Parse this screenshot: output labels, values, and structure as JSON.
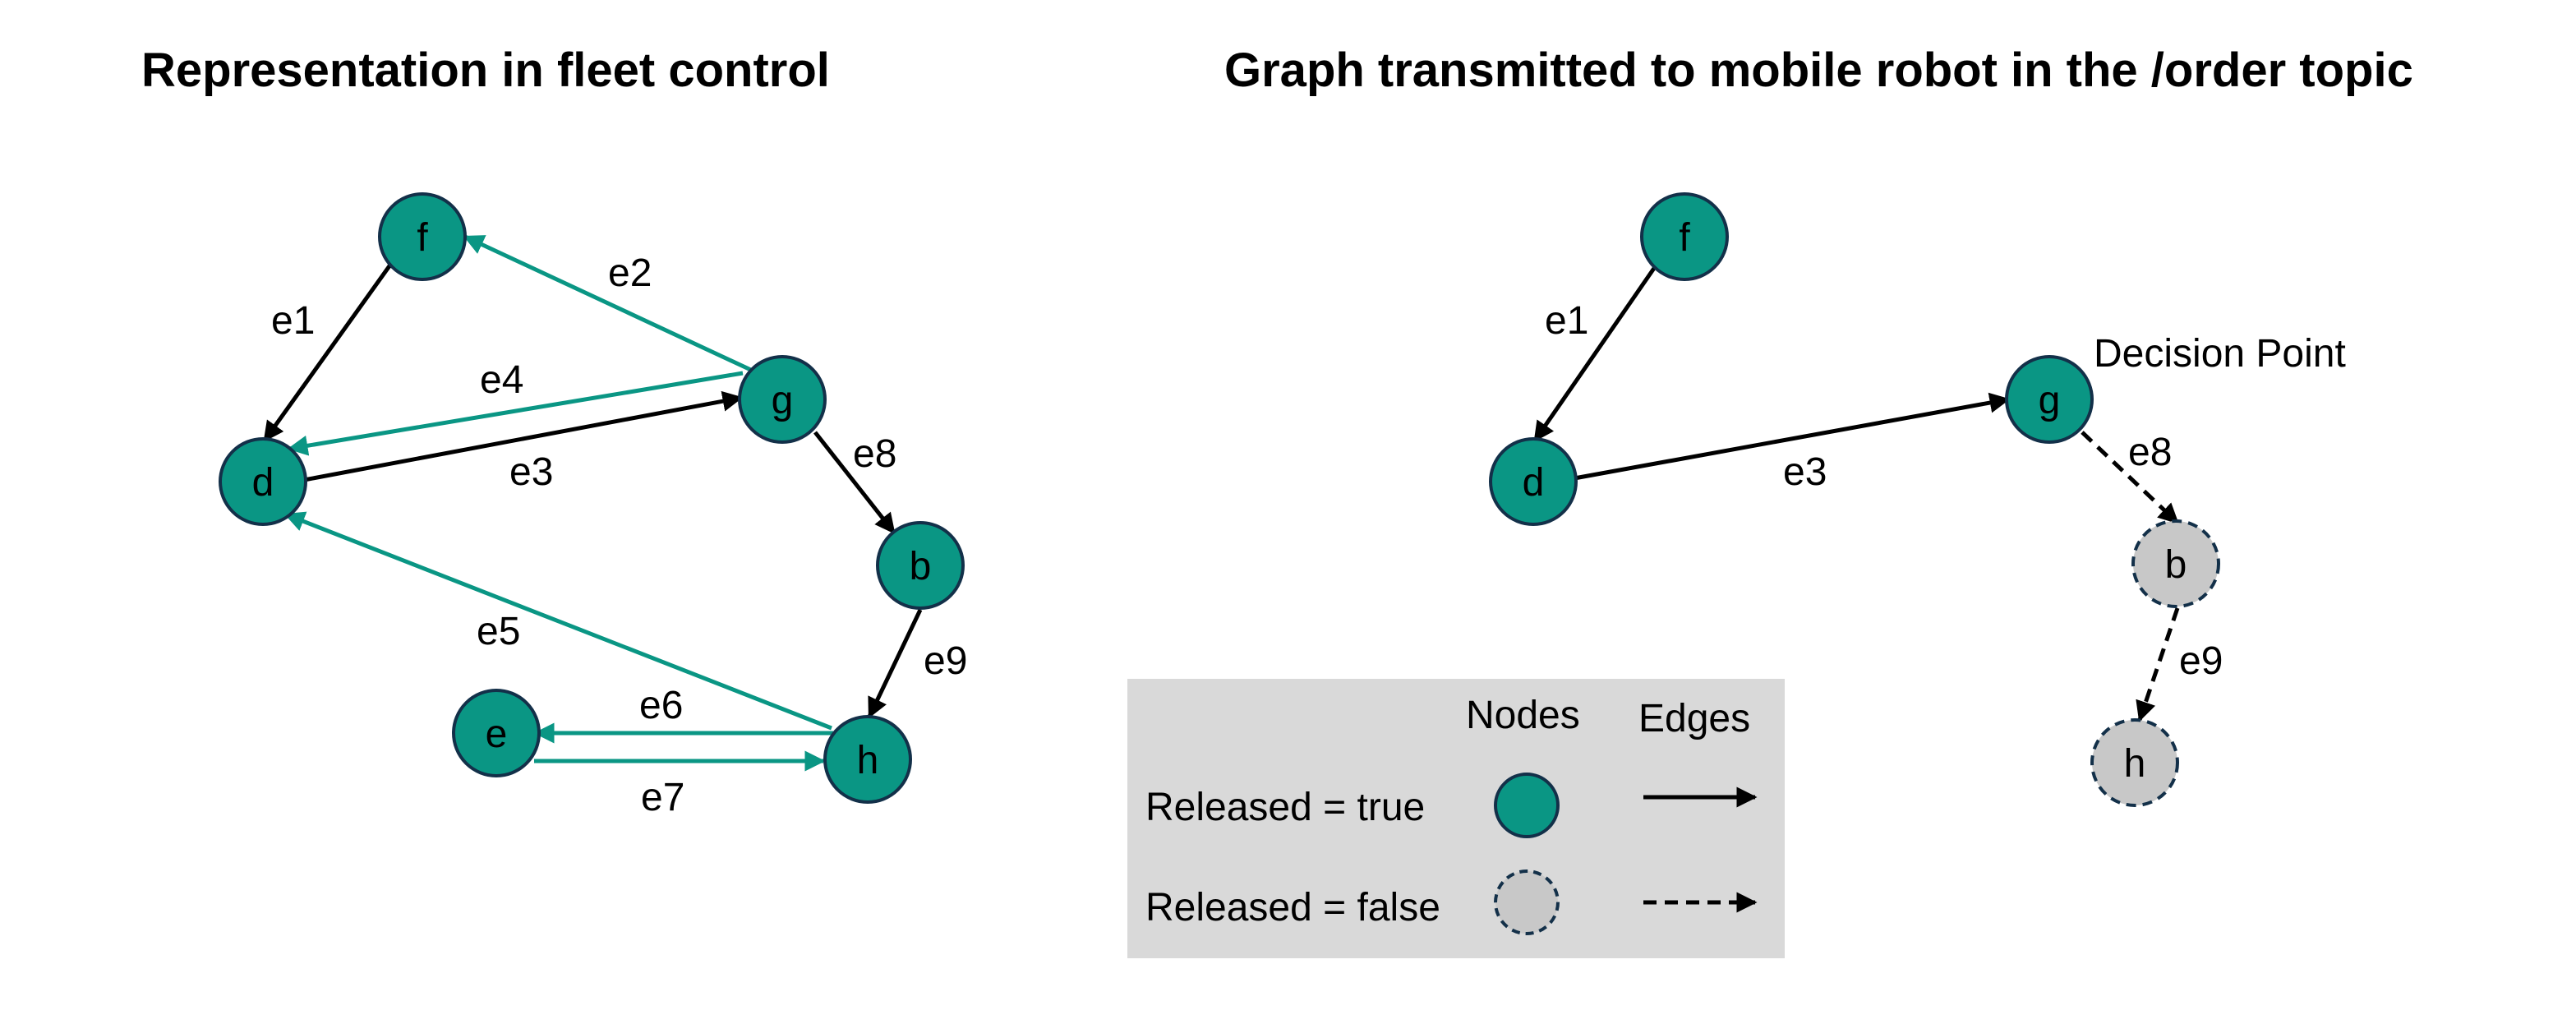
{
  "titles": {
    "left": "Representation in fleet control",
    "right": "Graph transmitted to mobile robot in the /order topic"
  },
  "colors": {
    "released_node": "#0a9684",
    "node_stroke": "#133049",
    "unreleased_node": "#c8c8c8",
    "teal_edge": "#0a9684",
    "black_edge": "#000000",
    "legend_bg": "#d9d9d9"
  },
  "left_graph": {
    "nodes": [
      {
        "id": "f",
        "label": "f",
        "released": true
      },
      {
        "id": "g",
        "label": "g",
        "released": true
      },
      {
        "id": "d",
        "label": "d",
        "released": true
      },
      {
        "id": "b",
        "label": "b",
        "released": true
      },
      {
        "id": "e",
        "label": "e",
        "released": true
      },
      {
        "id": "h",
        "label": "h",
        "released": true
      }
    ],
    "edges": [
      {
        "id": "e1",
        "label": "e1",
        "from": "f",
        "to": "d",
        "color": "black"
      },
      {
        "id": "e2",
        "label": "e2",
        "from": "g",
        "to": "f",
        "color": "teal"
      },
      {
        "id": "e3",
        "label": "e3",
        "from": "d",
        "to": "g",
        "color": "black"
      },
      {
        "id": "e4",
        "label": "e4",
        "from": "g",
        "to": "d",
        "color": "teal"
      },
      {
        "id": "e5",
        "label": "e5",
        "from": "h",
        "to": "d",
        "color": "teal"
      },
      {
        "id": "e6",
        "label": "e6",
        "from": "h",
        "to": "e",
        "color": "teal"
      },
      {
        "id": "e7",
        "label": "e7",
        "from": "e",
        "to": "h",
        "color": "teal"
      },
      {
        "id": "e8",
        "label": "e8",
        "from": "g",
        "to": "b",
        "color": "black"
      },
      {
        "id": "e9",
        "label": "e9",
        "from": "b",
        "to": "h",
        "color": "black"
      }
    ]
  },
  "right_graph": {
    "nodes": [
      {
        "id": "f",
        "label": "f",
        "released": true
      },
      {
        "id": "d",
        "label": "d",
        "released": true
      },
      {
        "id": "g",
        "label": "g",
        "released": true
      },
      {
        "id": "b",
        "label": "b",
        "released": false
      },
      {
        "id": "h",
        "label": "h",
        "released": false
      }
    ],
    "edges": [
      {
        "id": "e1",
        "label": "e1",
        "from": "f",
        "to": "d",
        "released": true
      },
      {
        "id": "e3",
        "label": "e3",
        "from": "d",
        "to": "g",
        "released": true
      },
      {
        "id": "e8",
        "label": "e8",
        "from": "g",
        "to": "b",
        "released": false
      },
      {
        "id": "e9",
        "label": "e9",
        "from": "b",
        "to": "h",
        "released": false
      }
    ],
    "annotation": "Decision Point"
  },
  "legend": {
    "nodes_header": "Nodes",
    "edges_header": "Edges",
    "released_true": "Released = true",
    "released_false": "Released = false"
  }
}
